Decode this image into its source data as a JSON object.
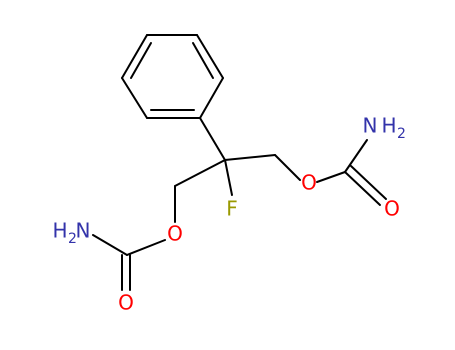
{
  "molecule": {
    "colors": {
      "bond": "#000000",
      "nitrogen": "#3333aa",
      "oxygen": "#ff0000",
      "fluorine": "#999900"
    },
    "labels": {
      "fluorine": "F",
      "ester_o_right": "O",
      "carbonyl_o_right": "O",
      "amine_n_right": "N",
      "amine_h_right": "H",
      "amine_sub_right": "2",
      "ester_o_left": "O",
      "carbonyl_o_left": "O",
      "amine_h_left": "H",
      "amine_sub_left": "2",
      "amine_n_left": "N"
    }
  }
}
